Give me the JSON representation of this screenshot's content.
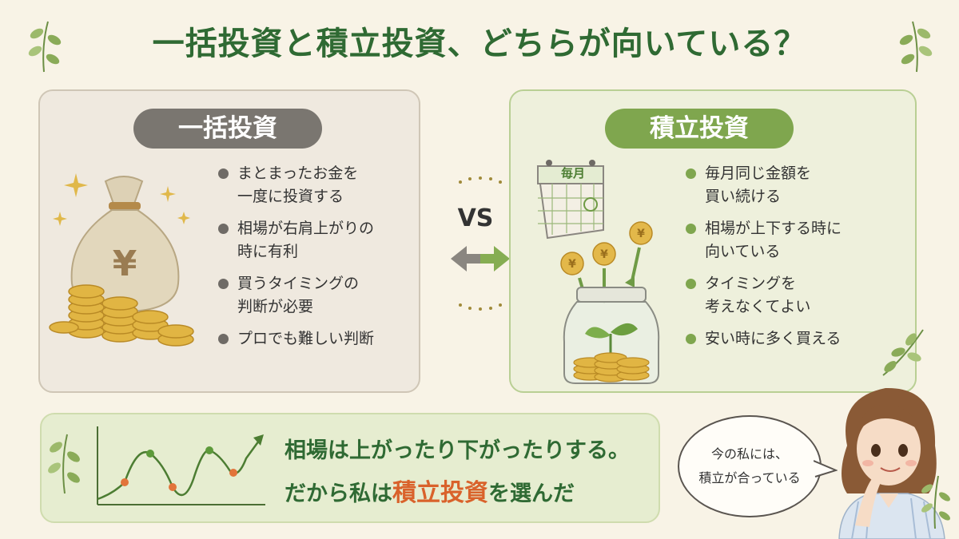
{
  "title": "一括投資と積立投資、どちらが向いている？",
  "left": {
    "heading": "一括投資",
    "items": [
      {
        "line1": "まとまったお金を",
        "line2": "一度に投資する"
      },
      {
        "line1": "相場が右肩上がりの",
        "line2": "時に有利"
      },
      {
        "line1": "買うタイミングの",
        "line2": "判断が必要"
      },
      {
        "line1": "プロでも難しい判断",
        "line2": ""
      }
    ]
  },
  "right": {
    "heading": "積立投資",
    "calendar_label": "毎月",
    "items": [
      {
        "line1": "毎月同じ金額を",
        "line2": "買い続ける"
      },
      {
        "line1": "相場が上下する時に",
        "line2": "向いている"
      },
      {
        "line1": "タイミングを",
        "line2": "考えなくてよい"
      },
      {
        "line1": "安い時に多く買える",
        "line2": ""
      }
    ]
  },
  "vs": "VS",
  "bottom": {
    "line1": "相場は上がったり下がったりする。",
    "line2_before": "だから私は",
    "line2_highlight": "積立投資",
    "line2_after": "を選んだ"
  },
  "bubble": {
    "line1": "今の私には、",
    "line2": "積立が合っている"
  },
  "icons": [
    "money-bag-icon",
    "yen-coin-icon",
    "calendar-icon",
    "glass-jar-icon",
    "sprout-icon",
    "leaf-icon",
    "sparkle-icon",
    "double-arrow-icon",
    "line-chart-icon",
    "woman-avatar"
  ],
  "colors": {
    "title": "#2f6a33",
    "left_accent": "#7a7670",
    "right_accent": "#7fa64e",
    "highlight": "#d9622b",
    "background": "#f8f3e6"
  }
}
